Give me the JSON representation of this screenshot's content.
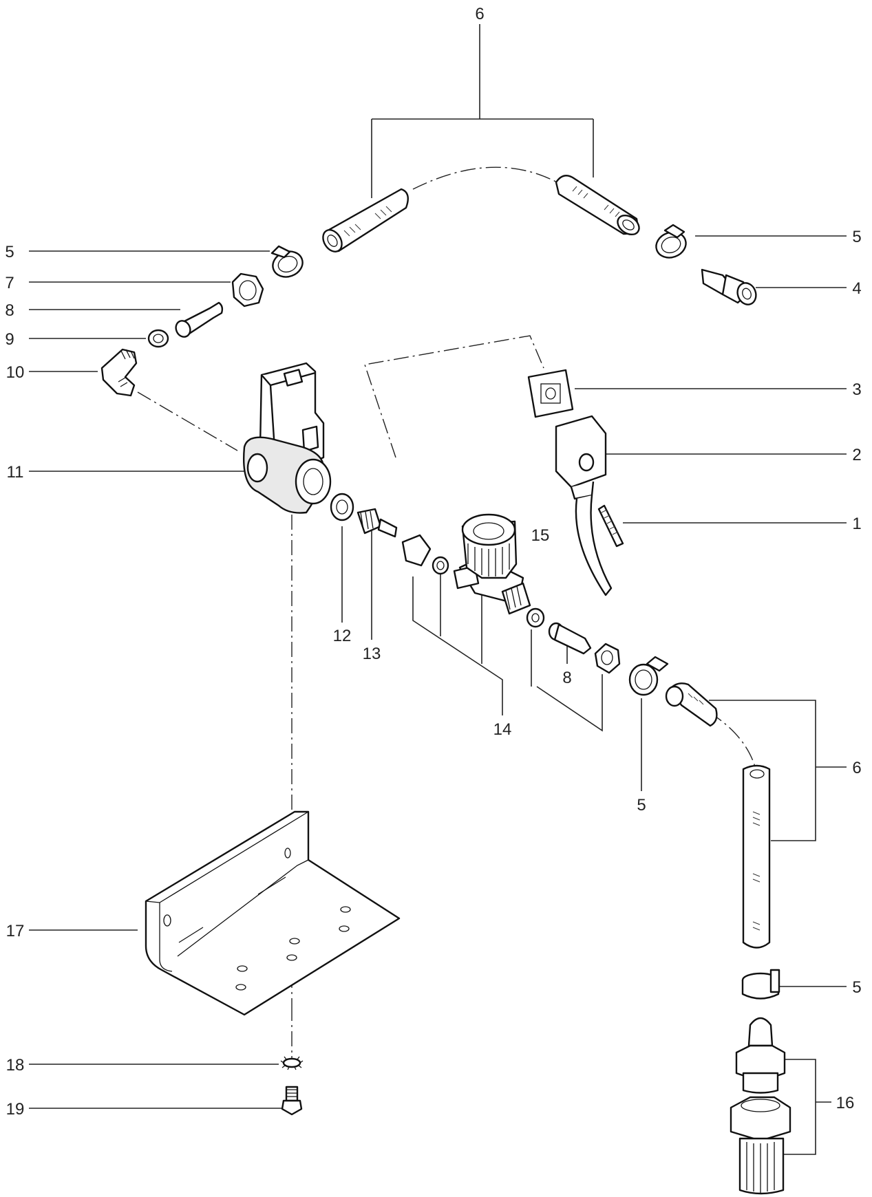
{
  "labels": {
    "l1": "1",
    "l2": "2",
    "l3": "3",
    "l4": "4",
    "l5a": "5",
    "l5b": "5",
    "l5c": "5",
    "l5d": "5",
    "l6a": "6",
    "l6b": "6",
    "l7": "7",
    "l8a": "8",
    "l8b": "8",
    "l9": "9",
    "l10": "10",
    "l11": "11",
    "l12": "12",
    "l13": "13",
    "l14": "14",
    "l15": "15",
    "l16": "16",
    "l17": "17",
    "l18": "18",
    "l19": "19"
  }
}
